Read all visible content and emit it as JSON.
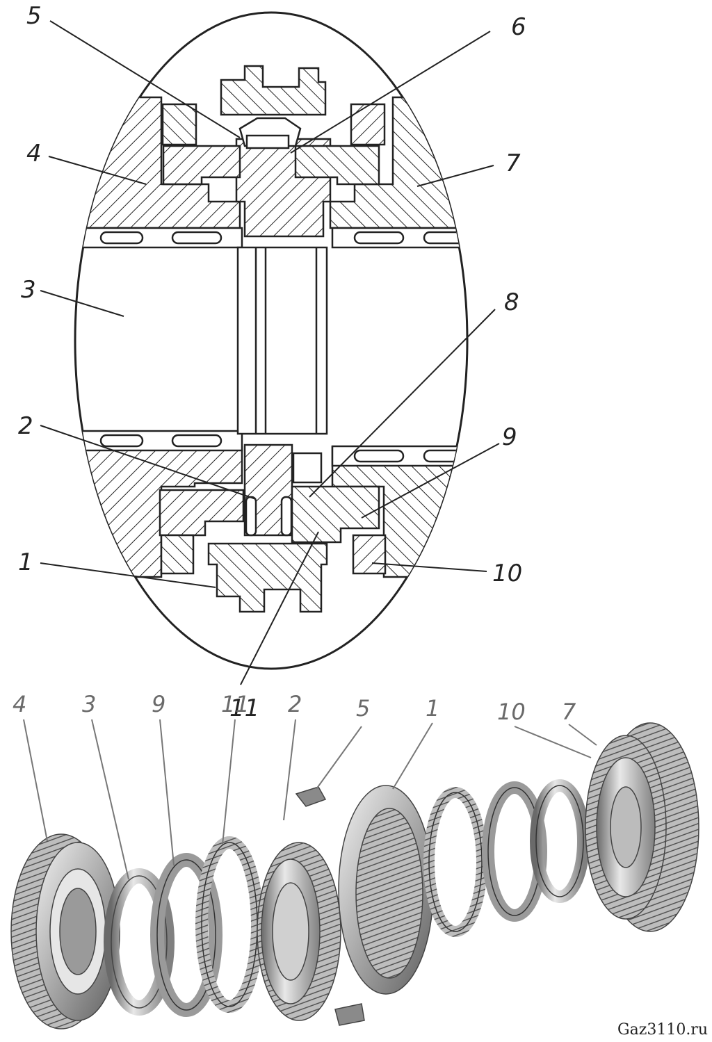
{
  "section_labels": {
    "l1": "1",
    "l2": "2",
    "l3": "3",
    "l4": "4",
    "l5": "5",
    "l6": "6",
    "l7": "7",
    "l8": "8",
    "l9": "9",
    "l10": "10",
    "l11": "11"
  },
  "exploded_labels": {
    "e4": "4",
    "e3": "3",
    "e9": "9",
    "e11": "11",
    "e2": "2",
    "e5": "5",
    "e1": "1",
    "e10": "10",
    "e7": "7"
  },
  "watermark": "Gaz3110.ru",
  "colors": {
    "line": "#222222",
    "part_light": "#d9d9d9",
    "part_dark": "#7a7a7a",
    "label_gray": "#6a6a6a"
  }
}
